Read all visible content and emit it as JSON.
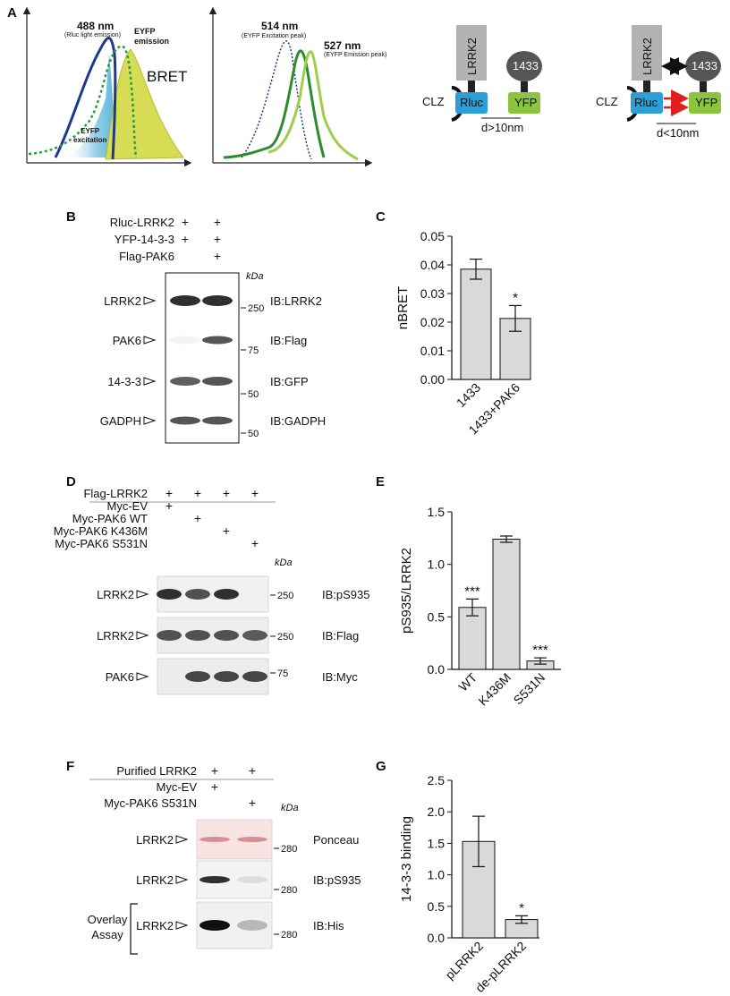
{
  "panel_letters": {
    "A": "A",
    "B": "B",
    "C": "C",
    "D": "D",
    "E": "E",
    "F": "F",
    "G": "G"
  },
  "panelA": {
    "left_spectrum": {
      "peak_label": "488 nm",
      "peak_sub": "(Rluc light emission)",
      "eyfp_emission": "EYFP\nemission",
      "eyfp_excitation": "EYFP\nexcitation",
      "bret": "BRET",
      "colors": {
        "rluc": "#1b3a8c",
        "eyfp_exc": "#2e9a3c",
        "eyfp_em": "#c9cf33"
      }
    },
    "right_spectrum": {
      "peak1_label": "514 nm",
      "peak1_sub": "(EYFP Excitation peak)",
      "peak2_label": "527 nm",
      "peak2_sub": "(EYFP Emission peak)"
    },
    "scheme_far": {
      "lrrk2": "LRRK2",
      "p1433": "1433",
      "clz": "CLZ",
      "rluc": "Rluc",
      "yfp": "YFP",
      "dist": "d>10nm"
    },
    "scheme_near": {
      "lrrk2": "LRRK2",
      "p1433": "1433",
      "clz": "CLZ",
      "rluc": "Rluc",
      "yfp": "YFP",
      "dist": "d<10nm"
    },
    "colors": {
      "rluc_box": "#2a9fd8",
      "yfp_box": "#8cc43e",
      "lrrk2_box": "#b3b3b3",
      "p1433": "#555555",
      "arrow_red": "#e02020"
    }
  },
  "panelB": {
    "conditions": [
      {
        "label": "Rluc-LRRK2",
        "lanes": [
          "+",
          "+"
        ]
      },
      {
        "label": "YFP-14-3-3",
        "lanes": [
          "+",
          "+"
        ]
      },
      {
        "label": "Flag-PAK6",
        "lanes": [
          "",
          "+"
        ]
      }
    ],
    "kda": "kDa",
    "blots": [
      {
        "protein": "LRRK2",
        "marker": "250",
        "ib": "IB:LRRK2"
      },
      {
        "protein": "PAK6",
        "marker": "75",
        "ib": "IB:Flag"
      },
      {
        "protein": "14-3-3",
        "marker": "50",
        "ib": "IB:GFP"
      },
      {
        "protein": "GADPH",
        "marker": "50",
        "ib": "IB:GADPH"
      }
    ]
  },
  "panelD": {
    "conditions": [
      {
        "label": "Flag-LRRK2",
        "lanes": [
          "+",
          "+",
          "+",
          "+"
        ]
      },
      {
        "label": "Myc-EV",
        "lanes": [
          "+",
          "",
          "",
          ""
        ]
      },
      {
        "label": "Myc-PAK6 WT",
        "lanes": [
          "",
          "+",
          "",
          ""
        ]
      },
      {
        "label": "Myc-PAK6 K436M",
        "lanes": [
          "",
          "",
          "+",
          ""
        ]
      },
      {
        "label": "Myc-PAK6 S531N",
        "lanes": [
          "",
          "",
          "",
          "+"
        ]
      }
    ],
    "kda": "kDa",
    "blots": [
      {
        "protein": "LRRK2",
        "marker": "250",
        "ib": "IB:pS935"
      },
      {
        "protein": "LRRK2",
        "marker": "250",
        "ib": "IB:Flag"
      },
      {
        "protein": "PAK6",
        "marker": "75",
        "ib": "IB:Myc"
      }
    ]
  },
  "panelF": {
    "conditions": [
      {
        "label": "Purified LRRK2",
        "lanes": [
          "+",
          "+"
        ]
      },
      {
        "label": "Myc-EV",
        "lanes": [
          "+",
          ""
        ]
      },
      {
        "label": "Myc-PAK6 S531N",
        "lanes": [
          "",
          "+"
        ]
      }
    ],
    "kda": "kDa",
    "bracket_label": "Overlay\nAssay",
    "blots": [
      {
        "protein": "LRRK2",
        "marker": "280",
        "ib": "Ponceau"
      },
      {
        "protein": "LRRK2",
        "marker": "280",
        "ib": "IB:pS935"
      },
      {
        "protein": "LRRK2",
        "marker": "280",
        "ib": "IB:His"
      }
    ]
  },
  "chart_data": [
    {
      "panel": "C",
      "type": "bar",
      "categories": [
        "1433",
        "1433+PAK6"
      ],
      "values": [
        0.0385,
        0.0213
      ],
      "errors": [
        0.0035,
        0.0045
      ],
      "annotations": [
        "",
        "*"
      ],
      "ylabel": "nBRET",
      "ylim": [
        0,
        0.05
      ],
      "yticks": [
        "0.00",
        "0.01",
        "0.02",
        "0.03",
        "0.04",
        "0.05"
      ],
      "bar_color": "#d9d9d9"
    },
    {
      "panel": "E",
      "type": "bar",
      "categories": [
        "WT",
        "K436M",
        "S531N"
      ],
      "values": [
        0.59,
        1.24,
        0.08
      ],
      "errors": [
        0.08,
        0.03,
        0.03
      ],
      "annotations": [
        "***",
        "",
        "***"
      ],
      "ylabel": "pS935/LRRK2",
      "ylim": [
        0,
        1.5
      ],
      "yticks": [
        "0.0",
        "0.5",
        "1.0",
        "1.5"
      ],
      "bar_color": "#d9d9d9"
    },
    {
      "panel": "G",
      "type": "bar",
      "categories": [
        "pLRRK2",
        "de-pLRRK2"
      ],
      "values": [
        1.53,
        0.29
      ],
      "errors": [
        0.4,
        0.06
      ],
      "annotations": [
        "",
        "*"
      ],
      "ylabel": "14-3-3 binding",
      "ylim": [
        0,
        2.5
      ],
      "yticks": [
        "0.0",
        "0.5",
        "1.0",
        "1.5",
        "2.0",
        "2.5"
      ],
      "bar_color": "#d9d9d9"
    }
  ]
}
